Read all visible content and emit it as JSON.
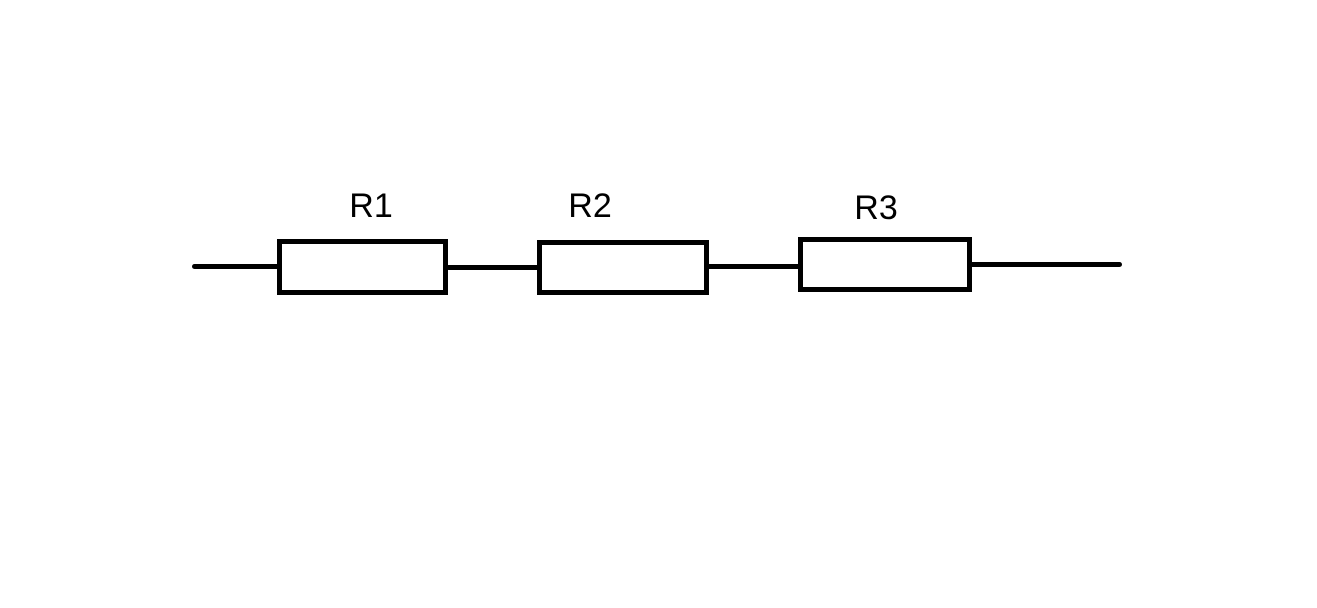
{
  "diagram": {
    "kind": "series-resistor-circuit",
    "background_color": "#ffffff",
    "stroke_color": "#000000",
    "resistors": [
      {
        "label": "R1"
      },
      {
        "label": "R2"
      },
      {
        "label": "R3"
      }
    ]
  }
}
